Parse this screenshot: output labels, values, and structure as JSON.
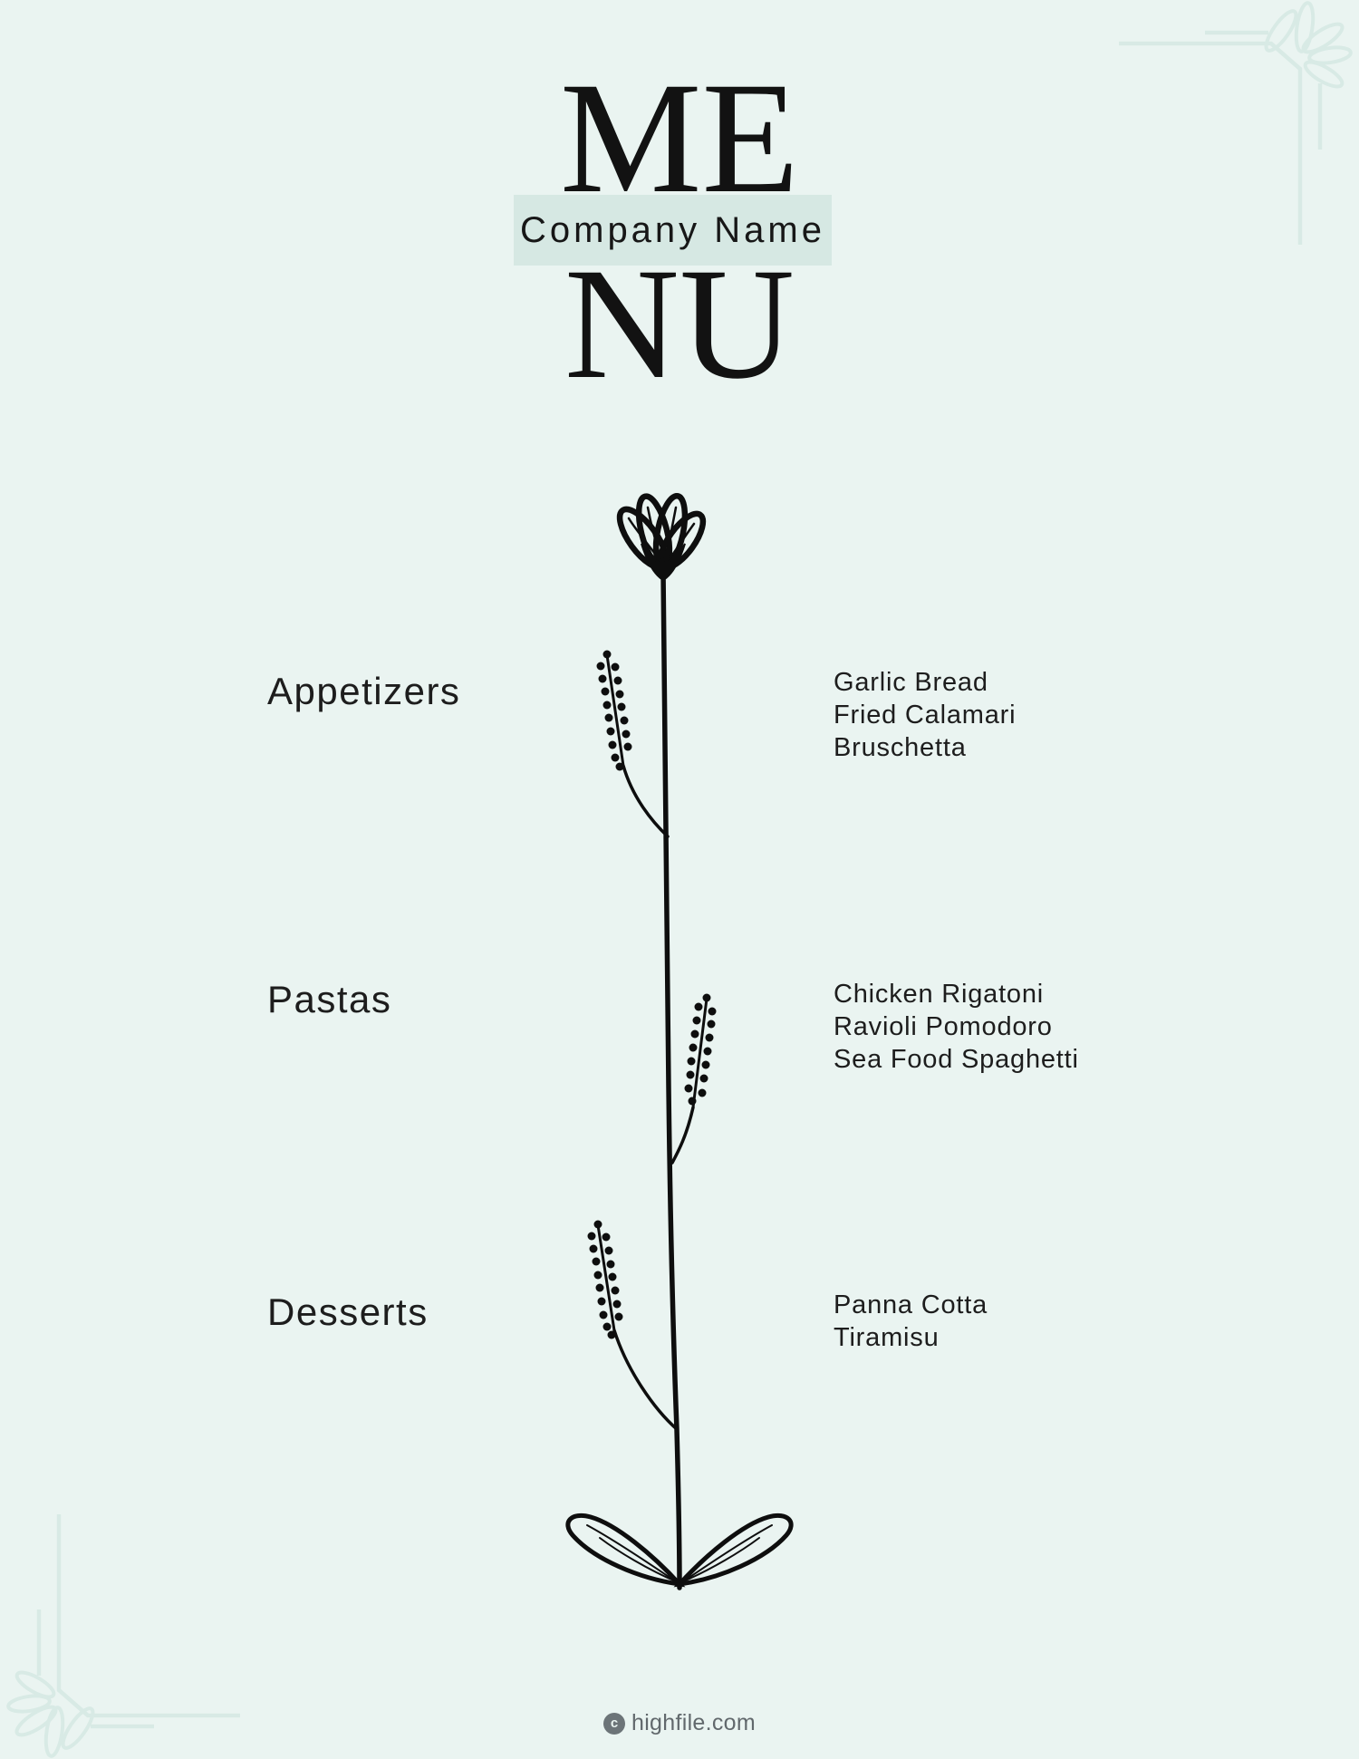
{
  "page": {
    "background_color": "#eaf4f1",
    "ink_color": "#141414",
    "accent_color": "#d6e8e3",
    "ornament_color": "#d8eae5"
  },
  "header": {
    "title_line1": "ME",
    "title_line2": "NU",
    "company_name": "Company Name"
  },
  "sections": [
    {
      "label": "Appetizers",
      "items": [
        "Garlic Bread",
        "Fried Calamari",
        "Bruschetta"
      ]
    },
    {
      "label": "Pastas",
      "items": [
        "Chicken Rigatoni",
        "Ravioli Pomodoro",
        "Sea Food Spaghetti"
      ]
    },
    {
      "label": "Desserts",
      "items": [
        "Panna Cotta",
        "Tiramisu"
      ]
    }
  ],
  "footer": {
    "icon_letter": "c",
    "text": "highfile.com"
  }
}
